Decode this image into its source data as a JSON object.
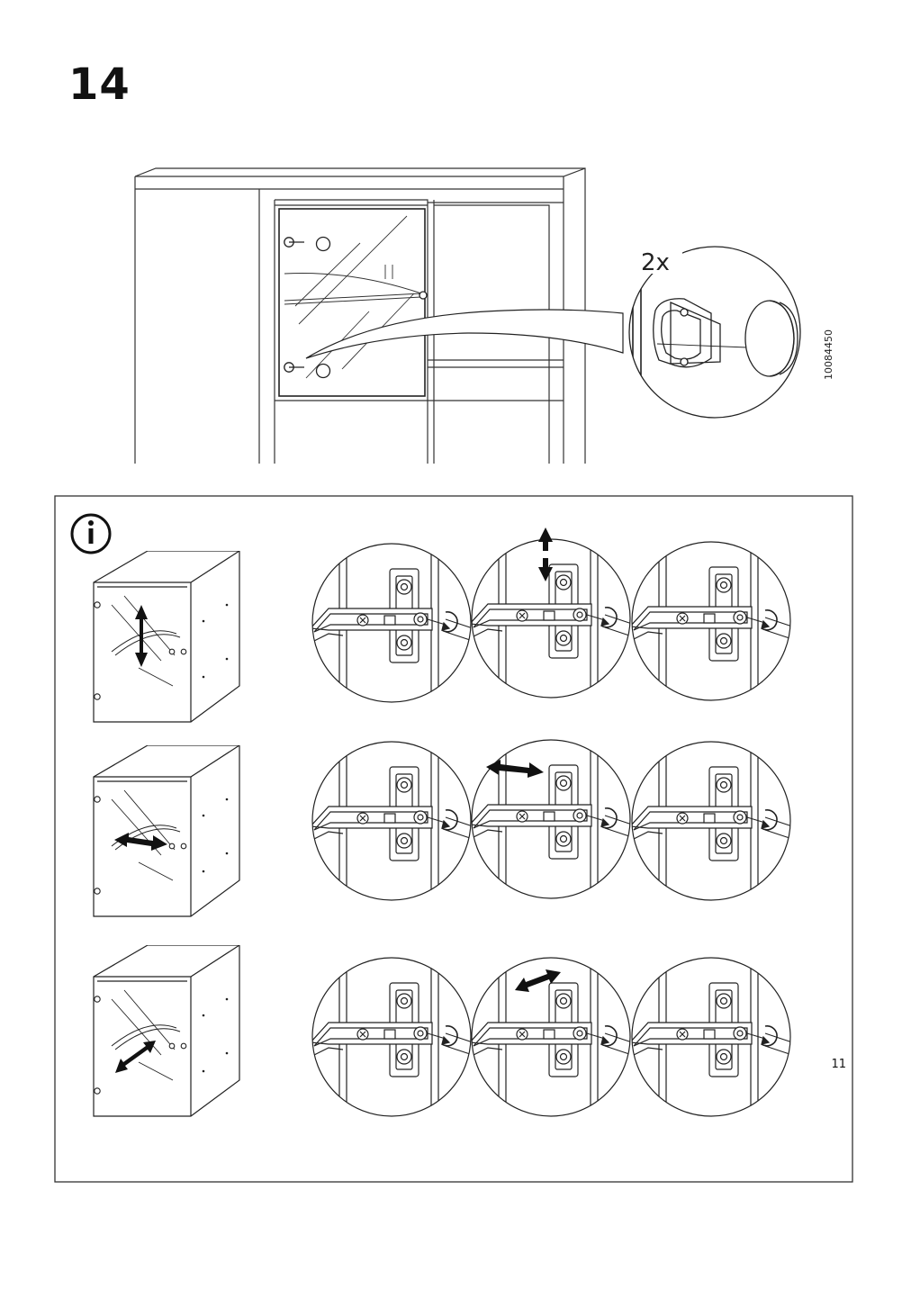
{
  "step": {
    "number": "14"
  },
  "callout": {
    "quantity": "2x",
    "part_number": "10084450"
  },
  "info_box": {
    "icon": "info-icon"
  },
  "footer": {
    "page_number": "11"
  }
}
